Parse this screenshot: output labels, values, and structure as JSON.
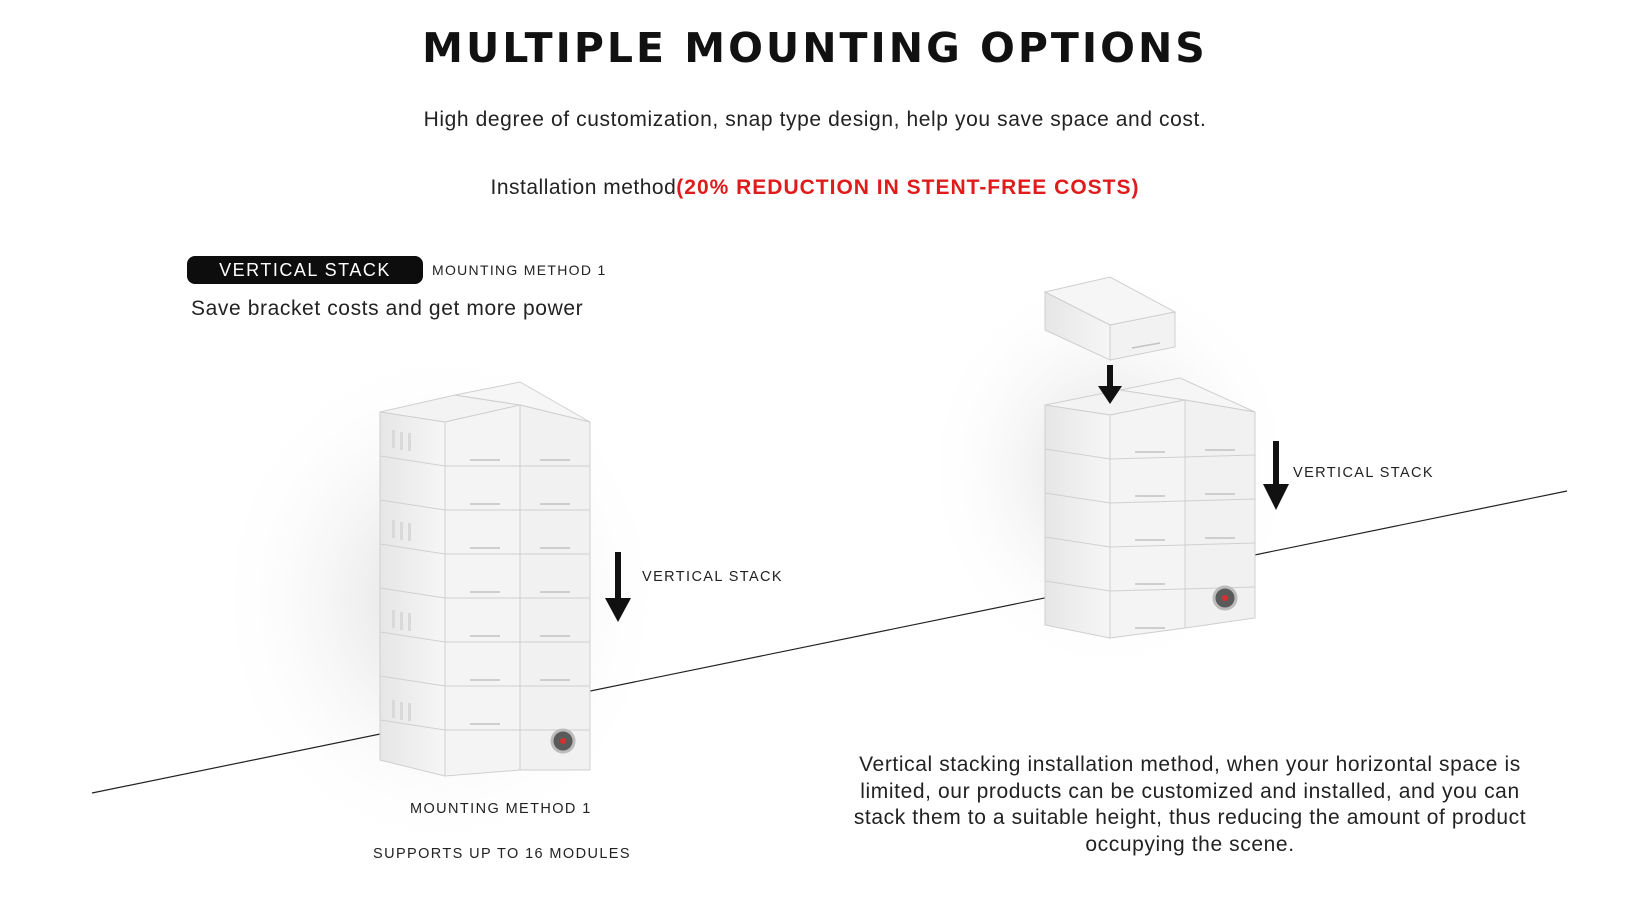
{
  "title": "MULTIPLE MOUNTING OPTIONS",
  "subtitle": "High degree of customization, snap type design, help you save space and cost.",
  "install": {
    "prefix": "Installation method",
    "highlight": "(20% REDUCTION IN STENT-FREE COSTS)"
  },
  "method": {
    "badge": "VERTICAL STACK",
    "name": "MOUNTING METHOD 1",
    "lead": "Save bracket costs and get more power"
  },
  "left_illustration": {
    "arrow_label": "VERTICAL STACK",
    "caption_1": "MOUNTING METHOD 1",
    "caption_2": "SUPPORTS UP TO 16 MODULES"
  },
  "right_illustration": {
    "arrow_label": "VERTICAL STACK"
  },
  "description": "Vertical stacking installation method, when your horizontal space is limited, our products can be customized and installed, and you can stack them to a suitable height, thus reducing the amount of product occupying the scene.",
  "colors": {
    "accent_red": "#e01b1b",
    "badge_bg": "#0d0d0d",
    "module": "#f1f1f1"
  }
}
